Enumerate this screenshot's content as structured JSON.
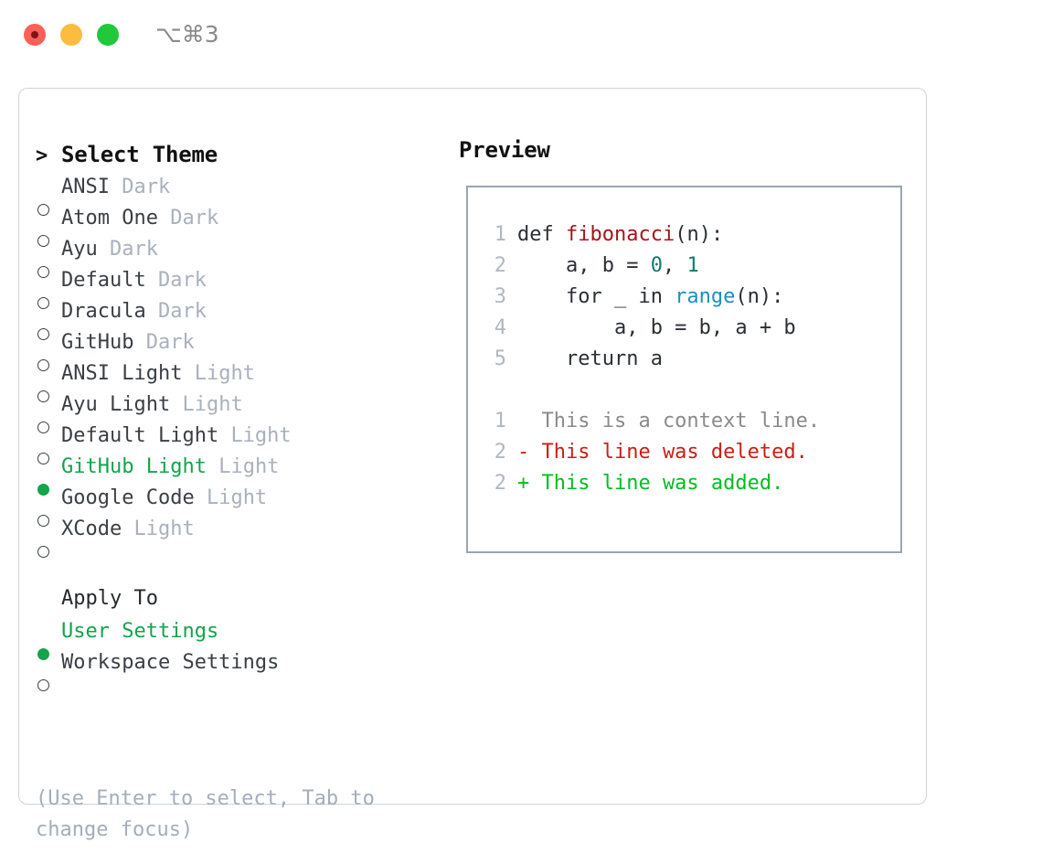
{
  "window": {
    "shortcut_label": "⌥⌘3",
    "traffic_lights": [
      "close-red",
      "minimize-yellow",
      "maximize-green"
    ]
  },
  "left": {
    "prompt": ">",
    "heading": "Select Theme",
    "themes": [
      {
        "name": "ANSI",
        "kind": "Dark",
        "selected": false
      },
      {
        "name": "Atom One",
        "kind": "Dark",
        "selected": false
      },
      {
        "name": "Ayu",
        "kind": "Dark",
        "selected": false
      },
      {
        "name": "Default",
        "kind": "Dark",
        "selected": false
      },
      {
        "name": "Dracula",
        "kind": "Dark",
        "selected": false
      },
      {
        "name": "GitHub",
        "kind": "Dark",
        "selected": false
      },
      {
        "name": "ANSI Light",
        "kind": "Light",
        "selected": false
      },
      {
        "name": "Ayu Light",
        "kind": "Light",
        "selected": false
      },
      {
        "name": "Default Light",
        "kind": "Light",
        "selected": false
      },
      {
        "name": "GitHub Light",
        "kind": "Light",
        "selected": true
      },
      {
        "name": "Google Code",
        "kind": "Light",
        "selected": false
      },
      {
        "name": "XCode",
        "kind": "Light",
        "selected": false
      }
    ],
    "apply_to_label": "Apply To",
    "apply_to_options": [
      {
        "name": "User Settings",
        "selected": true
      },
      {
        "name": "Workspace Settings",
        "selected": false
      }
    ],
    "hint_line1": "(Use Enter to select, Tab to",
    "hint_line2": "change focus)"
  },
  "preview": {
    "title": "Preview",
    "code_lines": [
      {
        "num": "1",
        "parts": [
          {
            "t": "def ",
            "c": "plain"
          },
          {
            "t": "fibonacci",
            "c": "fn"
          },
          {
            "t": "(n):",
            "c": "plain"
          }
        ]
      },
      {
        "num": "2",
        "parts": [
          {
            "t": "    a, b = ",
            "c": "plain"
          },
          {
            "t": "0",
            "c": "num"
          },
          {
            "t": ", ",
            "c": "plain"
          },
          {
            "t": "1",
            "c": "num"
          }
        ]
      },
      {
        "num": "3",
        "parts": [
          {
            "t": "    for _ in ",
            "c": "plain"
          },
          {
            "t": "range",
            "c": "call"
          },
          {
            "t": "(n):",
            "c": "plain"
          }
        ]
      },
      {
        "num": "4",
        "parts": [
          {
            "t": "        a, b = b, a + b",
            "c": "plain"
          }
        ]
      },
      {
        "num": "5",
        "parts": [
          {
            "t": "    return a",
            "c": "plain"
          }
        ]
      }
    ],
    "diff_lines": [
      {
        "num": "1",
        "text": "  This is a context line.",
        "kind": "context"
      },
      {
        "num": "2",
        "text": "- This line was deleted.",
        "kind": "del"
      },
      {
        "num": "2",
        "text": "+ This line was added.",
        "kind": "add"
      }
    ]
  },
  "colors": {
    "accent_green": "#14A44A",
    "diff_add": "#00BE1E",
    "diff_del": "#CC1E14",
    "fn_red": "#A4151C",
    "num_teal": "#0E7C6B",
    "call_blue": "#1A8FC4",
    "muted": "#A9B1BC",
    "border": "#9AA5B1",
    "panel_border": "#CFD3DA"
  }
}
